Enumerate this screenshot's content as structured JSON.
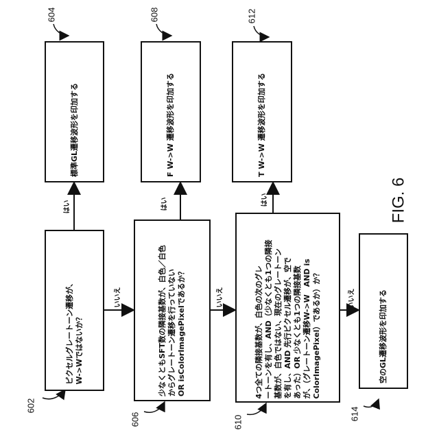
{
  "figure_label": "FIG. 6",
  "boxes": {
    "b602": "ピクセルグレートーン遷移が、\nW->Wではないか？",
    "b604": "標準GL遷移波形を印加する",
    "b606": "少なくともSFT数の隣接基数が、白色／白色\nからグレートーン遷移を行っていない\nOR isColorImagePixelであるか？",
    "b608": "F W->W 遷移波形を印加する",
    "b610": "4つ全ての隣接基数が、白色の次のグレ\nートーンを有し、AND（少なくとも1つの隣接\n基数が、白色ではない、現在のグレートーン\nを有し、AND 先行ピクセル遷移が、空で\nあった）OR 少なくとも1つの隣接基数\nが、（グレートーン遷移W->W　AND is\nColorImagePixel）であるか）か？",
    "b612": "T W->W 遷移波形を印加する",
    "b614": "空のGL遷移波形を印加する"
  },
  "refs": {
    "r602": "602",
    "r604": "604",
    "r606": "606",
    "r608": "608",
    "r610": "610",
    "r612": "612",
    "r614": "614"
  },
  "edge_labels": {
    "yes1": "はい",
    "no1": "いいえ",
    "yes2": "はい",
    "no2": "いいえ",
    "yes3": "はい",
    "no3": "いいえ"
  }
}
